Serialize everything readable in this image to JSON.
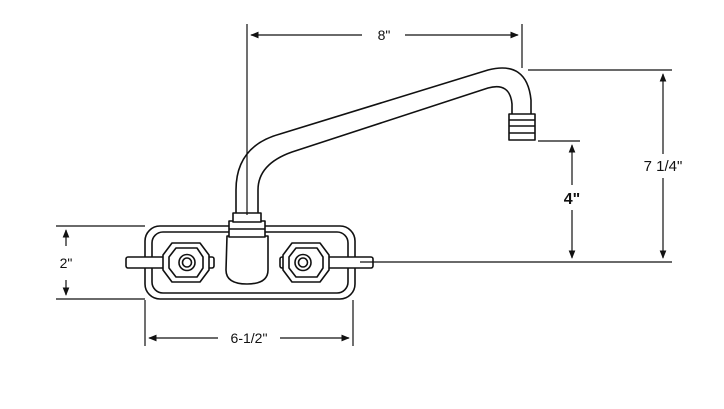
{
  "dimensions": {
    "spout_reach": "8\"",
    "overall_height": "7 1/4\"",
    "spout_clearance": "4\"",
    "backplate_height": "2\"",
    "center_spacing": "6-1/2\""
  },
  "colors": {
    "line": "#111111",
    "background": "#ffffff"
  }
}
